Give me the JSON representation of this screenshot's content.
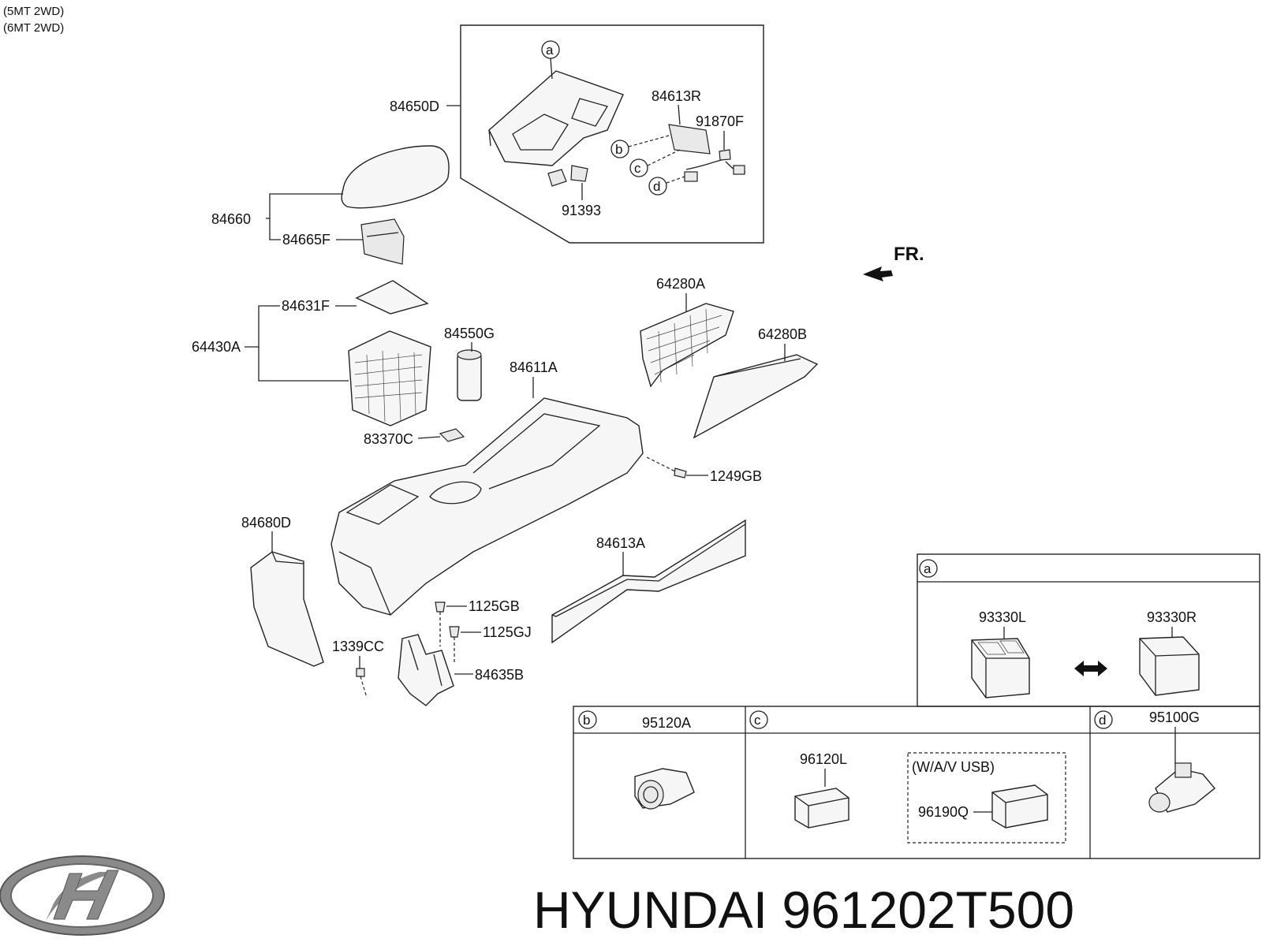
{
  "header_notes": [
    "(5MT 2WD)",
    "(6MT 2WD)"
  ],
  "direction_label": "FR.",
  "brand_title": "HYUNDAI 961202T500",
  "callouts": {
    "a": "a",
    "b": "b",
    "c": "c",
    "d": "d"
  },
  "parts": {
    "p84650D": "84650D",
    "p84613R": "84613R",
    "p91870F": "91870F",
    "p91393": "91393",
    "p84660": "84660",
    "p84665F": "84665F",
    "p84631F": "84631F",
    "p64430A": "64430A",
    "p84550G": "84550G",
    "p84611A": "84611A",
    "p64280A": "64280A",
    "p64280B": "64280B",
    "p83370C": "83370C",
    "p1249GB": "1249GB",
    "p84680D": "84680D",
    "p84613A": "84613A",
    "p1125GB": "1125GB",
    "p1125GJ": "1125GJ",
    "p1339CC": "1339CC",
    "p84635B": "84635B",
    "p93330L": "93330L",
    "p93330R": "93330R",
    "p95120A": "95120A",
    "p96120L": "96120L",
    "p96190Q": "96190Q",
    "p95100G": "95100G"
  },
  "wav_usb_note": "(W/A/V  USB)"
}
